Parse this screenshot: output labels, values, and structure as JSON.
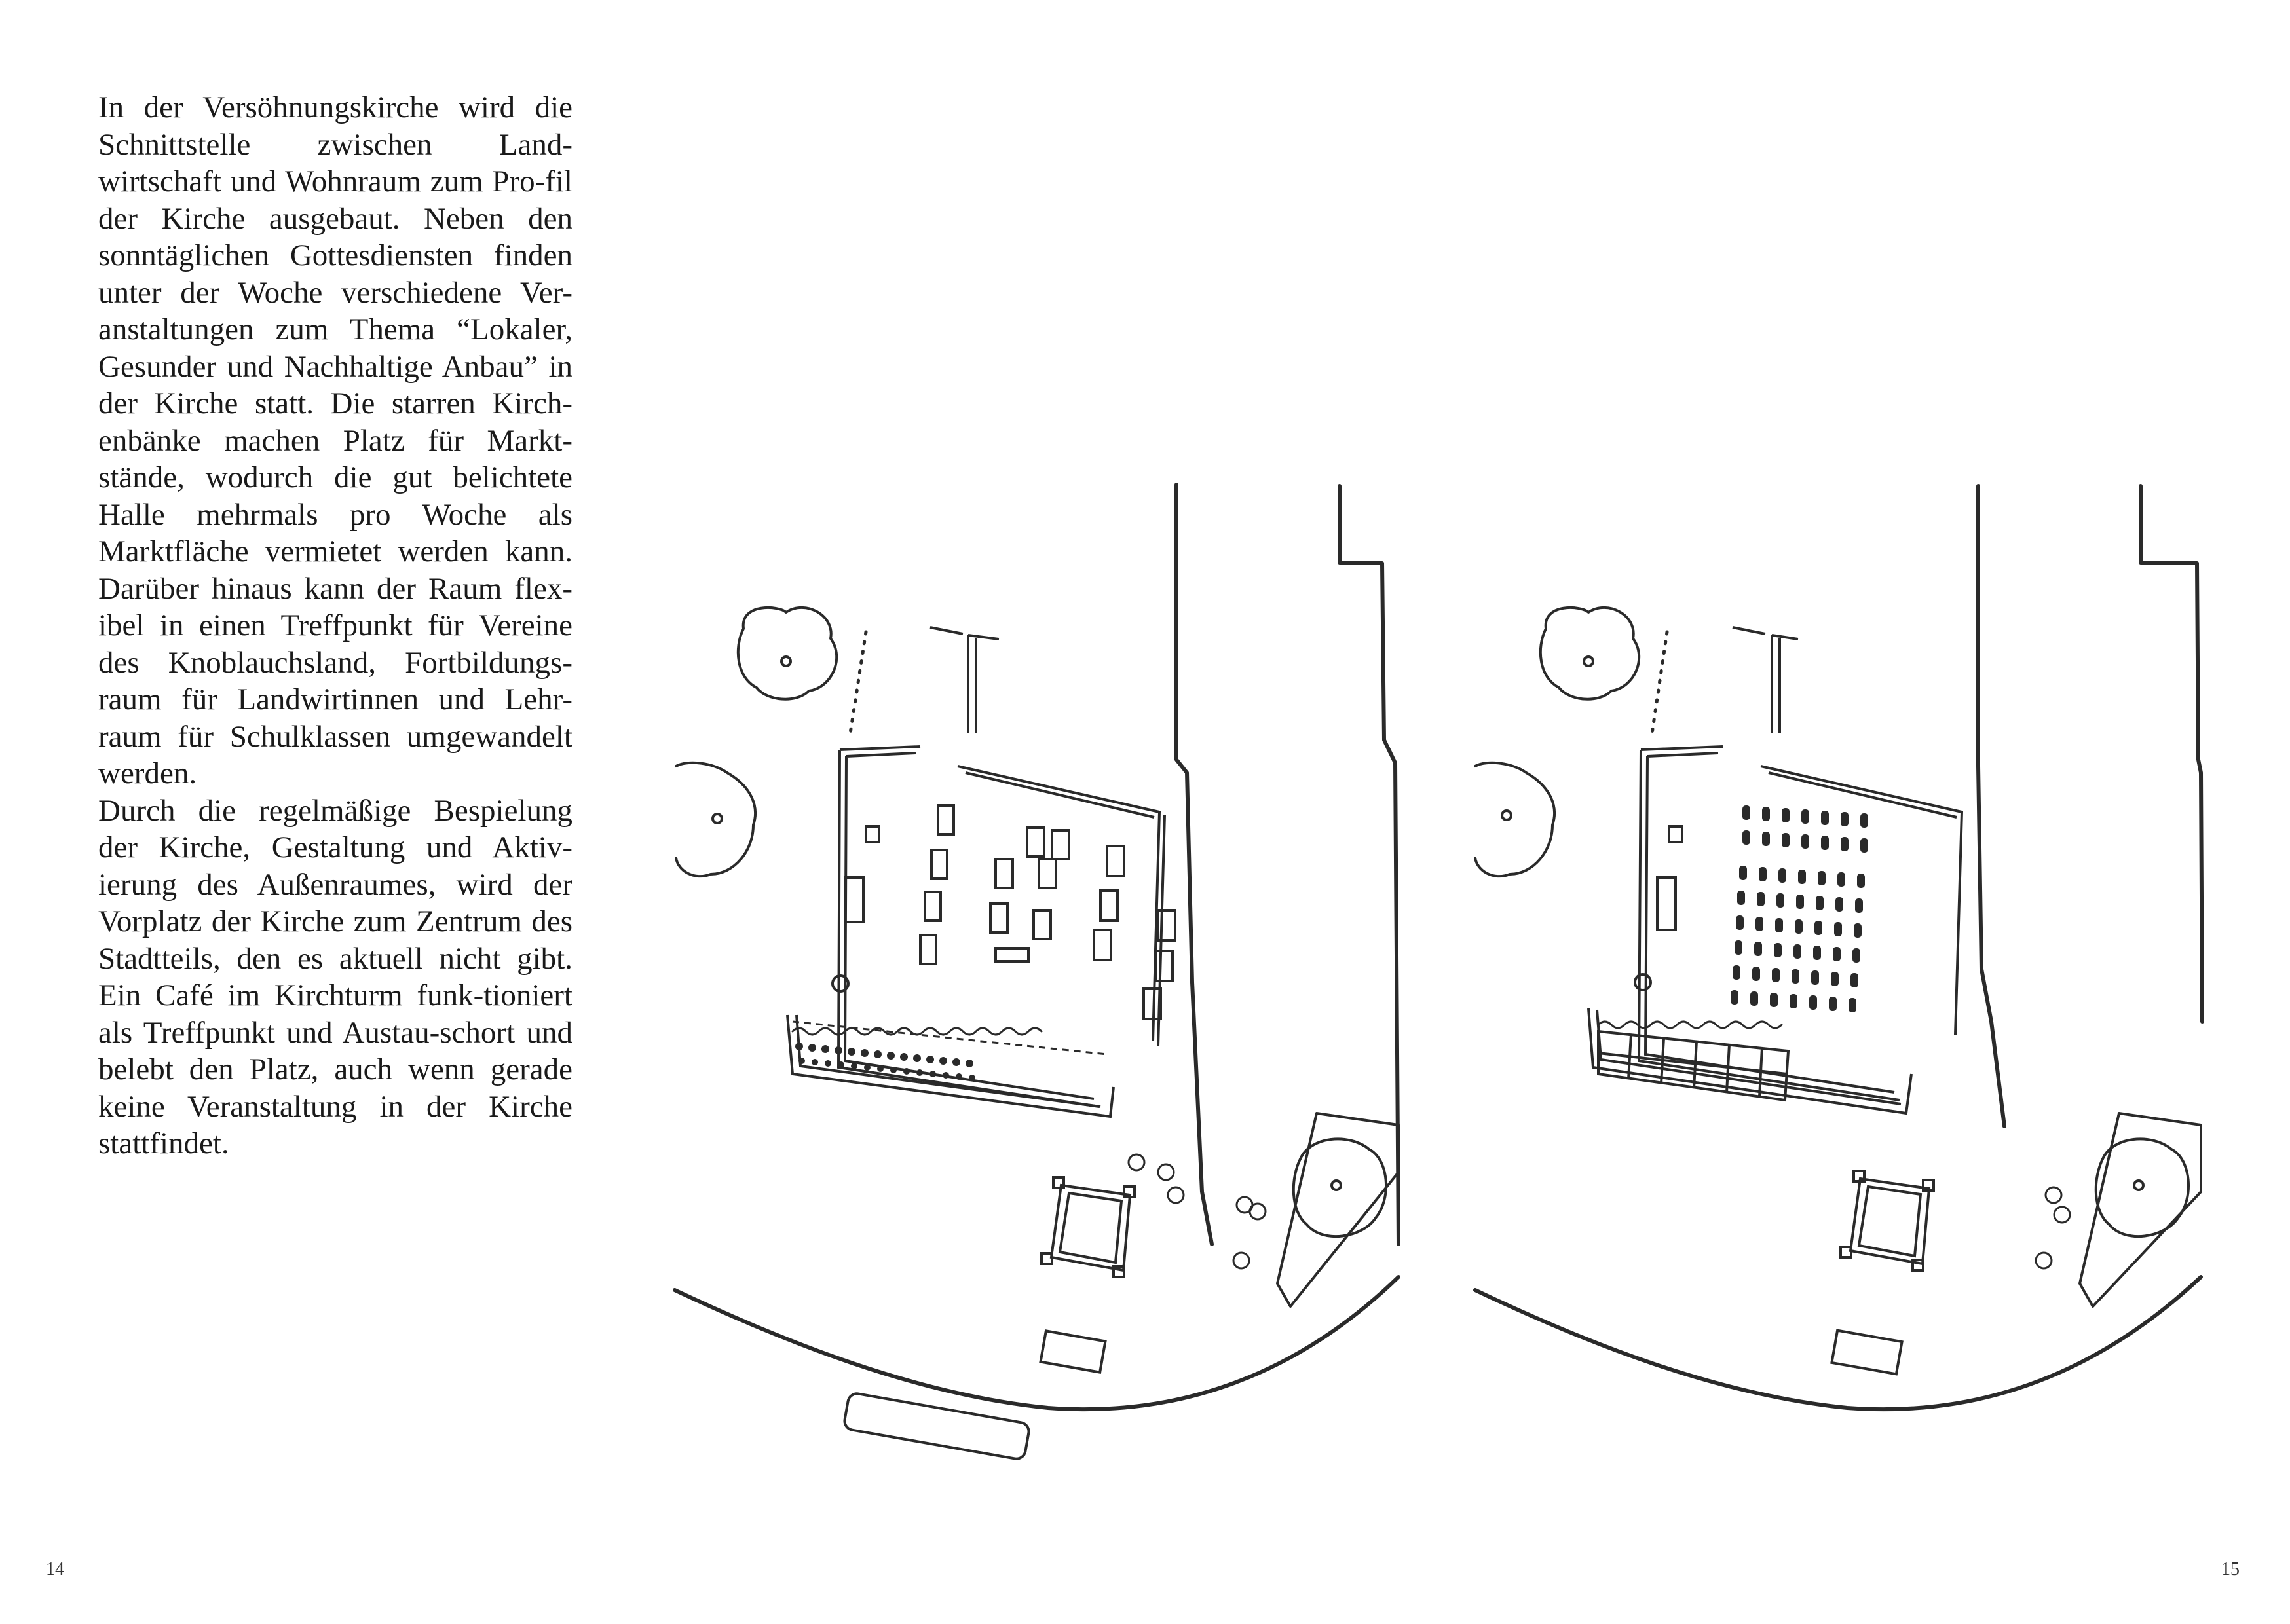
{
  "text": {
    "paragraph_1": "In der Versöhnungskirche wird die Schnittstelle zwischen Land-wirtschaft und Wohnraum zum Pro-fil der Kirche ausgebaut. Neben den sonntäglichen Gottesdiensten finden unter der Woche verschiedene Ver-anstaltungen zum Thema “Lokaler, Gesunder und Nachhaltige Anbau” in der Kirche statt. Die starren Kirch-enbänke machen Platz für Markt-stände, wodurch die gut belichtete Halle mehrmals pro Woche als Marktfläche vermietet werden kann. Darüber hinaus kann der Raum flex-ibel in einen Treffpunkt für Vereine des Knoblauchsland, Fortbildungs-raum für Landwirtinnen und Lehr-raum für Schulklassen umgewandelt werden.",
    "paragraph_2": "Durch die regelmäßige Bespielung der Kirche, Gestaltung und Aktiv-ierung des Außenraumes, wird der Vorplatz der Kirche zum Zentrum des Stadtteils, den es aktuell nicht gibt. Ein Café im Kirchturm funk-tioniert als Treffpunkt und Austau-schort und belebt den Platz, auch wenn gerade keine Veranstaltung in der Kirche stattfindet."
  },
  "page_numbers": {
    "left": "14",
    "right": "15"
  },
  "drawings": {
    "left_plan": "market-layout-sketch",
    "right_plan": "event-seating-layout-sketch",
    "ink_color": "#2a2a2a"
  }
}
